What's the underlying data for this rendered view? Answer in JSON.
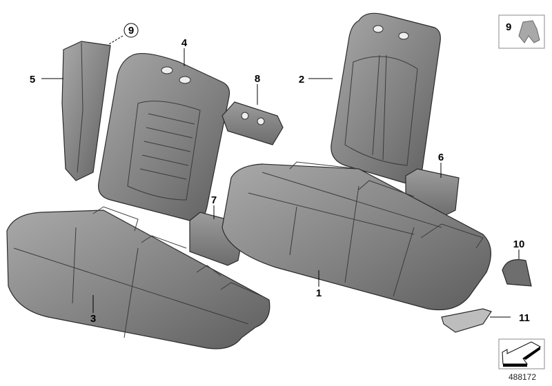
{
  "diagram": {
    "callouts": [
      {
        "id": "1",
        "label": "1",
        "part": "seat-cushion-cover-right"
      },
      {
        "id": "2",
        "label": "2",
        "part": "backrest-cover-right"
      },
      {
        "id": "3",
        "label": "3",
        "part": "seat-cushion-cover-left"
      },
      {
        "id": "4",
        "label": "4",
        "part": "backrest-cover-left"
      },
      {
        "id": "5",
        "label": "5",
        "part": "side-bolster"
      },
      {
        "id": "6",
        "label": "6",
        "part": "cover-piece"
      },
      {
        "id": "7",
        "label": "7",
        "part": "cover-piece"
      },
      {
        "id": "8",
        "label": "8",
        "part": "cover-plate"
      },
      {
        "id": "9",
        "label": "9",
        "part": "clip"
      },
      {
        "id": "10",
        "label": "10",
        "part": "cover-cap"
      },
      {
        "id": "11",
        "label": "11",
        "part": "trim-strip"
      }
    ],
    "inset_label": "9",
    "diagram_number": "488172",
    "colors": {
      "part_fill": "#8a8a8a",
      "part_dark": "#5f5f5f",
      "part_light": "#b4b4b4",
      "line": "#000000"
    }
  }
}
